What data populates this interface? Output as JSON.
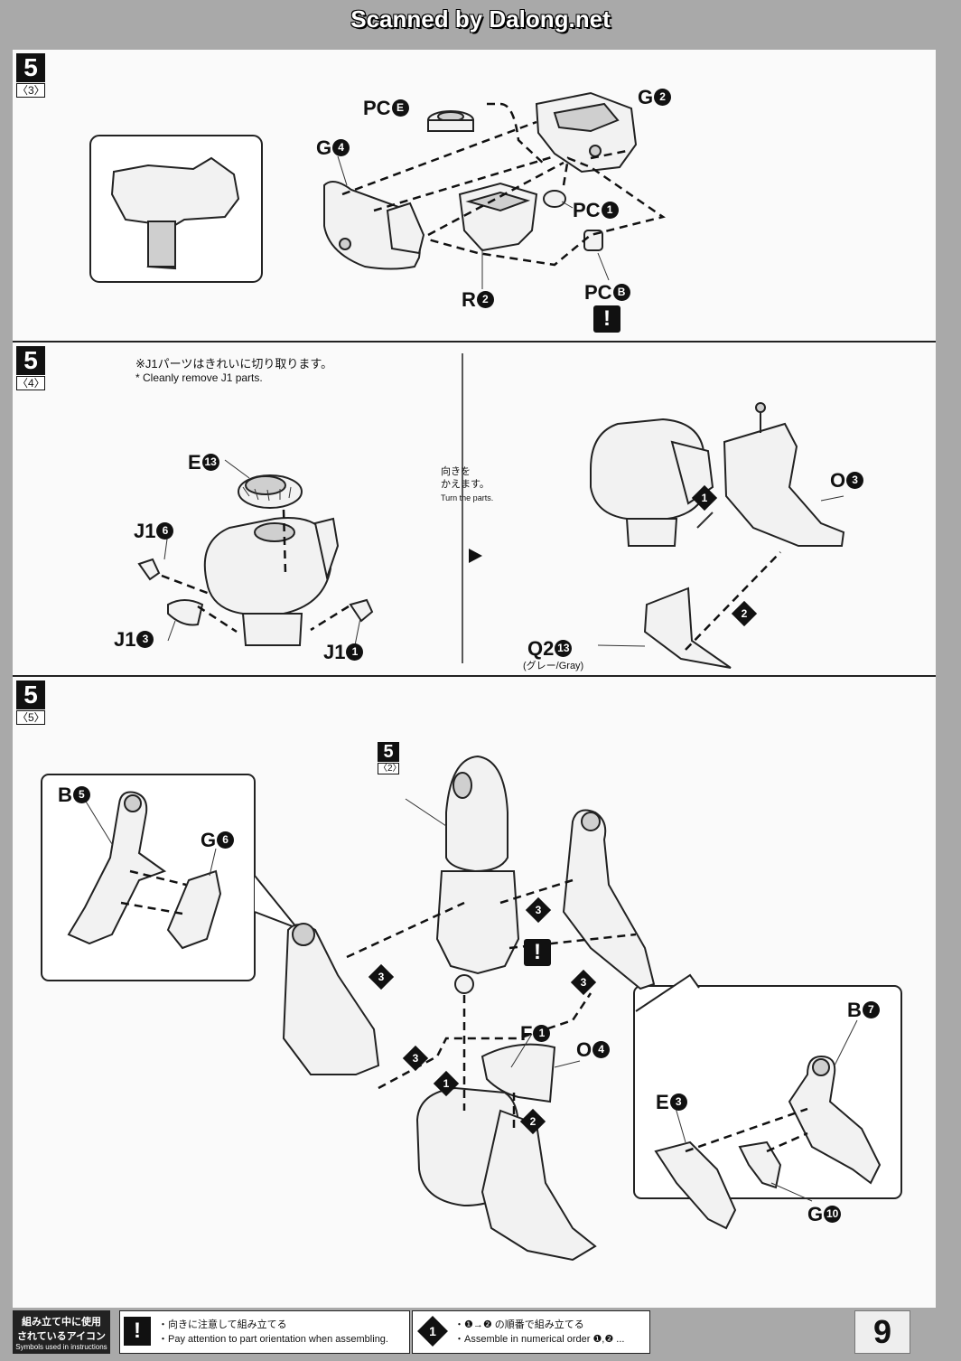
{
  "header": {
    "scan_credit": "Scanned by Dalong.net"
  },
  "step_a": {
    "num": "5",
    "sub": "〈3〉",
    "labels": {
      "pc_e": "PC",
      "pc_e_mark": "E",
      "g2": "G",
      "g2_mark": "2",
      "g4": "G",
      "g4_mark": "4",
      "pc_1": "PC",
      "pc_1_mark": "1",
      "r2": "R",
      "r2_mark": "2",
      "pc_b": "PC",
      "pc_b_mark": "B"
    },
    "warning": "!"
  },
  "step_b": {
    "num": "5",
    "sub": "〈4〉",
    "note_jp": "※J1パーツはきれいに切り取ります。",
    "note_en": "* Cleanly remove J1 parts.",
    "labels": {
      "e13": "E",
      "e13_mark": "13",
      "j16": "J1",
      "j16_mark": "6",
      "j13": "J1",
      "j13_mark": "3",
      "j11": "J1",
      "j11_mark": "1",
      "o3": "O",
      "o3_mark": "3",
      "q213": "Q2",
      "q213_mark": "13",
      "q213_color": "(グレー/Gray)"
    },
    "turn_jp_1": "向きを",
    "turn_jp_2": "かえます。",
    "turn_en": "Turn the parts.",
    "step_1": "1",
    "step_2": "2"
  },
  "step_c": {
    "num": "5",
    "sub": "〈5〉",
    "ref_num": "5",
    "ref_sub": "〈2〉",
    "labels": {
      "b5": "B",
      "b5_mark": "5",
      "g6": "G",
      "g6_mark": "6",
      "f1": "F",
      "f1_mark": "1",
      "o4": "O",
      "o4_mark": "4",
      "b7": "B",
      "b7_mark": "7",
      "e3": "E",
      "e3_mark": "3",
      "g10": "G",
      "g10_mark": "10"
    },
    "warning": "!",
    "step_1": "1",
    "step_2": "2",
    "step_3": "3"
  },
  "footer": {
    "legend_jp_1": "組み立て中に使用",
    "legend_jp_2": "されているアイコン",
    "legend_en": "Symbols used in instructions",
    "warn_icon": "!",
    "warn_jp": "・向きに注意して組み立てる",
    "warn_en": "・Pay attention to part orientation when assembling.",
    "order_icon": "1",
    "order_jp": "・❶→❷ の順番で組み立てる",
    "order_en": "・Assemble in numerical order ❶,❷ ...",
    "page_number": "9"
  }
}
